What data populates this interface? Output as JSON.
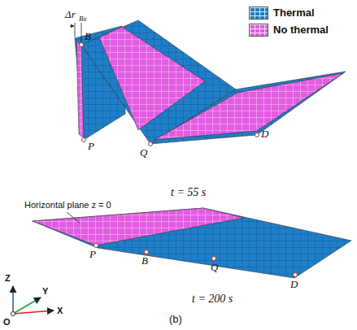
{
  "diagram": {
    "labels": [
      "Δr",
      "Bx",
      "B",
      "P",
      "Q",
      "D",
      "t = 55 s",
      "Horizontal plane z = 0",
      "P",
      "B",
      "Q",
      "D",
      "t = 200 s",
      "Z",
      "Y",
      "O",
      "X",
      "(b)"
    ],
    "legend": [
      {
        "text": "Thermal",
        "color": "#1f7fc8"
      },
      {
        "text": "No thermal",
        "color": "#e25ce2"
      }
    ]
  }
}
